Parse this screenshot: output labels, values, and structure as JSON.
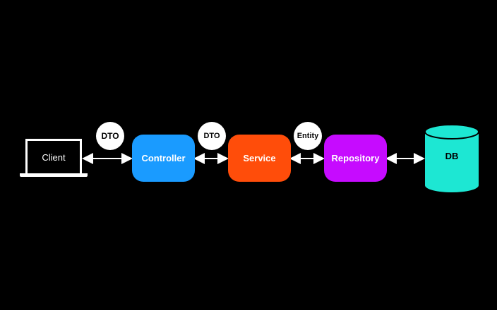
{
  "diagram": {
    "client_label": "Client",
    "nodes": {
      "controller": {
        "label": "Controller",
        "color": "#1a9bff"
      },
      "service": {
        "label": "Service",
        "color": "#ff4d0a"
      },
      "repository": {
        "label": "Repository",
        "color": "#c60bff"
      },
      "db": {
        "label": "DB",
        "color": "#1de7d3"
      }
    },
    "connectors": {
      "client_controller": "DTO",
      "controller_service": "DTO",
      "service_repository": "Entity"
    },
    "background_color": "#000000",
    "arrow_color": "#ffffff"
  }
}
